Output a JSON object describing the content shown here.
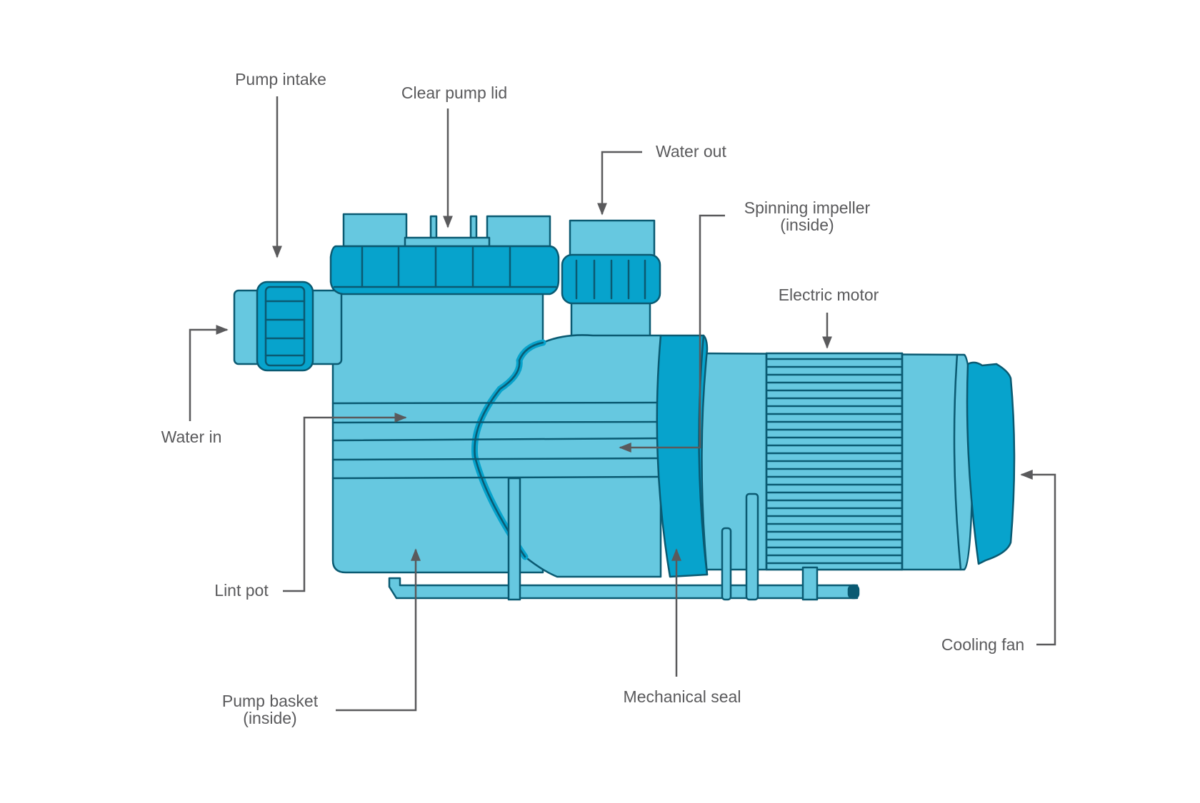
{
  "title": "Pool pump anatomy diagram",
  "colors": {
    "body_light": "#66c8e0",
    "body_dark": "#07a3cc",
    "outline": "#0a5a72",
    "leader": "#5a5a5c",
    "label_text": "#5a5a5c",
    "background": "#ffffff"
  },
  "labels": {
    "pump_intake": "Pump intake",
    "clear_pump_lid": "Clear pump lid",
    "water_out": "Water out",
    "spinning_impeller_line1": "Spinning impeller",
    "spinning_impeller_line2": "(inside)",
    "electric_motor": "Electric motor",
    "water_in": "Water in",
    "lint_pot": "Lint pot",
    "pump_basket_line1": "Pump basket",
    "pump_basket_line2": "(inside)",
    "mechanical_seal": "Mechanical seal",
    "cooling_fan": "Cooling fan"
  }
}
